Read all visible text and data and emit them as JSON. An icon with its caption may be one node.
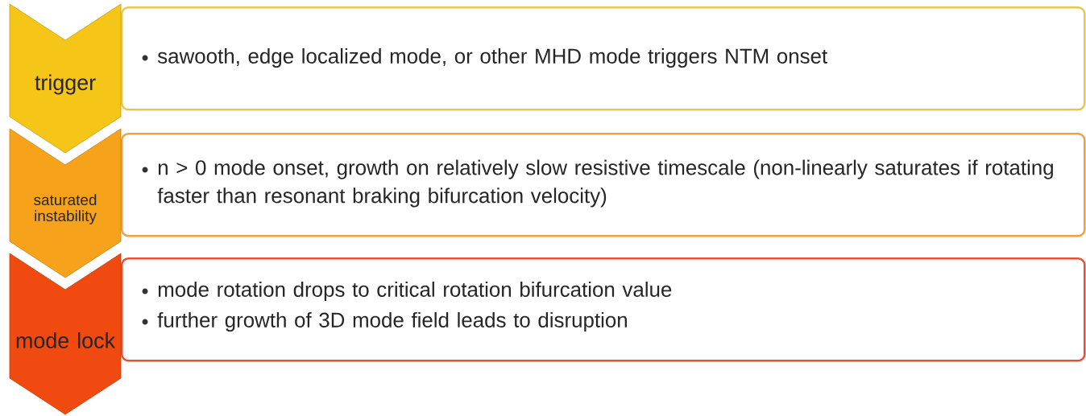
{
  "diagram": {
    "nodes": [
      {
        "text": [
          "trigger"
        ]
      },
      {
        "text": [
          "sawooth, edge localized mode, or other MHD mode triggers NTM onset"
        ]
      },
      {
        "text": [
          "saturated instability"
        ]
      },
      {
        "text": [
          "n > 0 mode onset, growth on relatively slow resistive timescale (non-linearly saturates if rotating faster than resonant braking bifurcation velocity)"
        ]
      },
      {
        "text": [
          "mode lock"
        ]
      },
      {
        "text": [
          "mode rotation drops to critical rotation bifurcation value",
          "further growth of 3D mode field leads to disruption"
        ]
      }
    ]
  }
}
